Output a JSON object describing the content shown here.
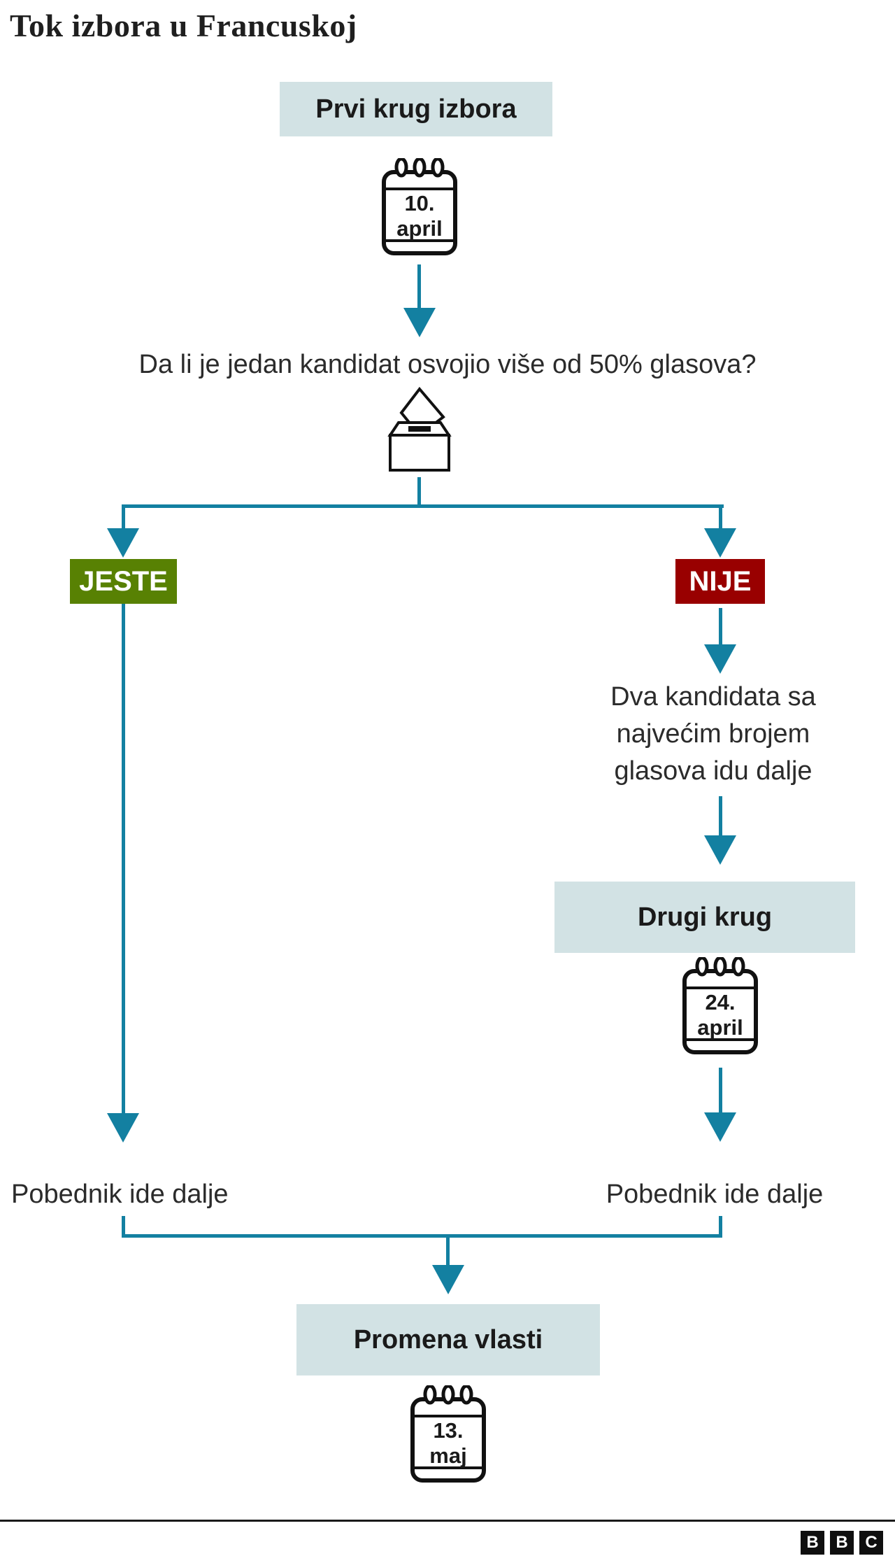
{
  "title": "Tok izbora u Francuskoj",
  "colors": {
    "accent_teal": "#1380A1",
    "stage_box_bg": "#d2e2e4",
    "yes_green": "#588103",
    "no_red": "#990000",
    "text_dark": "#1a1a1a"
  },
  "flow": {
    "first_round": {
      "label": "Prvi krug izbora",
      "date_day": "10.",
      "date_month": "april"
    },
    "question": "Da li je jedan kandidat osvojio više od 50% glasova?",
    "yes_label": "JESTE",
    "no_label": "NIJE",
    "no_result_lines": [
      "Dva kandidata sa",
      "najvećim brojem",
      "glasova idu dalje"
    ],
    "second_round": {
      "label": "Drugi krug",
      "date_day": "24.",
      "date_month": "april"
    },
    "winner_left": "Pobednik ide dalje",
    "winner_right": "Pobednik ide dalje",
    "final_stage": {
      "label": "Promena vlasti",
      "date_day": "13.",
      "date_month": "maj"
    }
  },
  "icons": {
    "calendar": "calendar-icon",
    "ballot": "ballot-box-icon",
    "arrow": "flow-arrow-icon"
  },
  "footer": {
    "logo_letters": [
      "B",
      "B",
      "C"
    ]
  }
}
